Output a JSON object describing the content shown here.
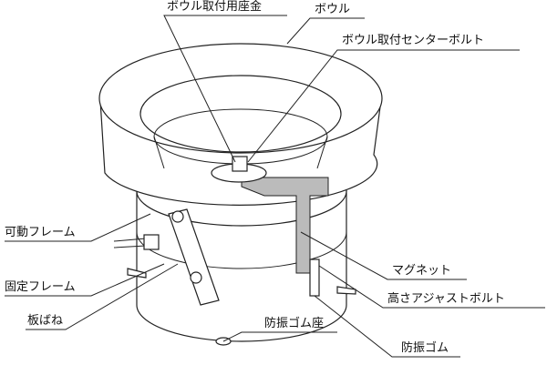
{
  "labels": {
    "bowl_washer": "ボウル取付用座金",
    "bowl": "ボウル",
    "bowl_center_bolt": "ボウル取付センターボルト",
    "movable_frame": "可動フレーム",
    "fixed_frame": "固定フレーム",
    "leaf_spring": "板ばね",
    "anti_vibration_rubber_seat": "防振ゴム座",
    "magnet": "マグネット",
    "height_adjust_bolt": "高さアジャストボルト",
    "anti_vibration_rubber": "防振ゴム"
  }
}
